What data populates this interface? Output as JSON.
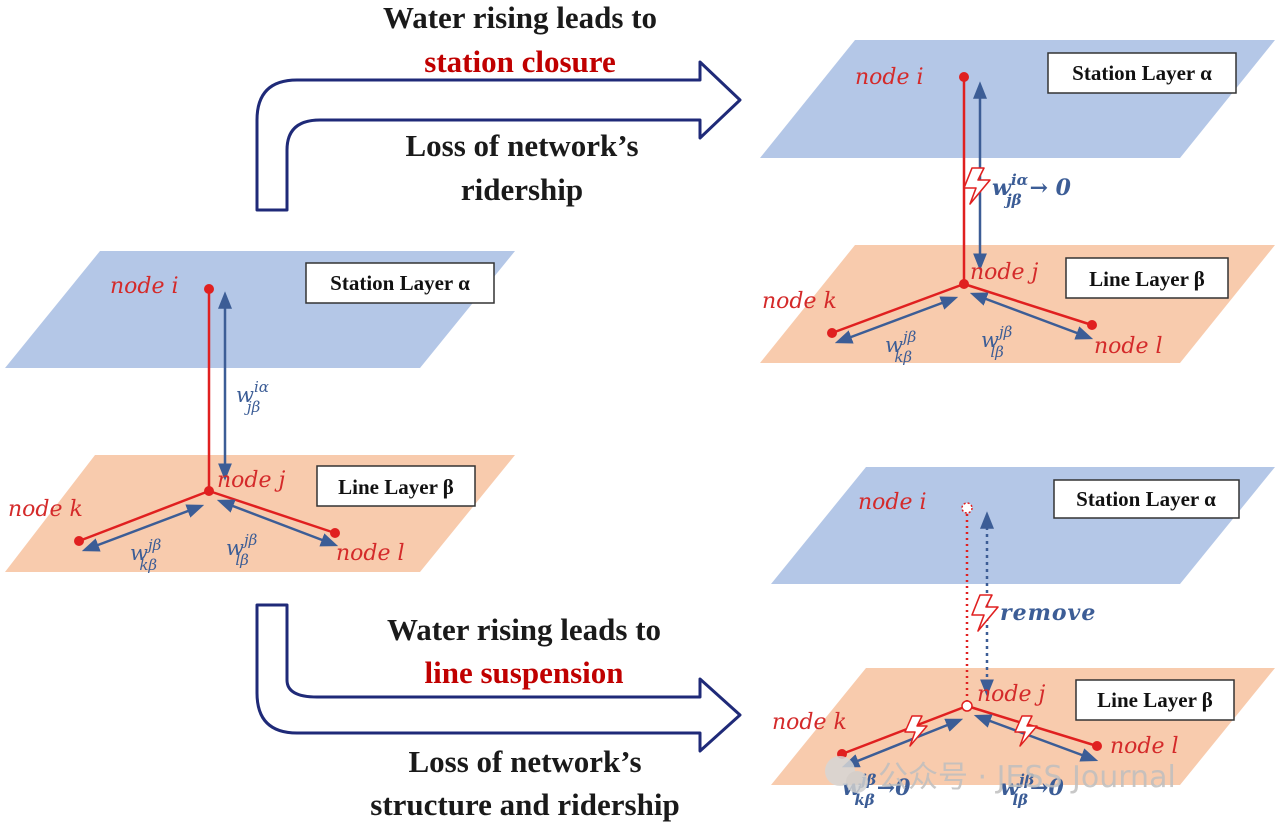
{
  "top_arrow": {
    "line1": "Water rising leads to",
    "line2": "station closure",
    "line3": "Loss of network’s",
    "line4": "ridership"
  },
  "bottom_arrow": {
    "line1": "Water rising leads to",
    "line2": "line suspension",
    "line3": "Loss of network’s",
    "line4": "structure and ridership"
  },
  "labels": {
    "station_layer": "Station Layer α",
    "line_layer": "Line Layer β",
    "node_i": "node i",
    "node_j": "node j",
    "node_k": "node k",
    "node_l": "node l",
    "w_base": "w",
    "w_ij_sup": "iα",
    "w_ij_sub": "jβ",
    "w_kj_sup": "jβ",
    "w_kj_sub": "kβ",
    "w_lj_sup": "jβ",
    "w_lj_sub": "lβ",
    "to_zero": "→ 0",
    "to_zero_short": "→0",
    "remove": "remove"
  },
  "watermark": "公众号 · JESS Journal",
  "colors": {
    "station_layer": "#b4c7e7",
    "line_layer": "#f8cbad",
    "red": "#e02020",
    "blue": "#3c5d96",
    "arrow_outline": "#1f2a78"
  }
}
